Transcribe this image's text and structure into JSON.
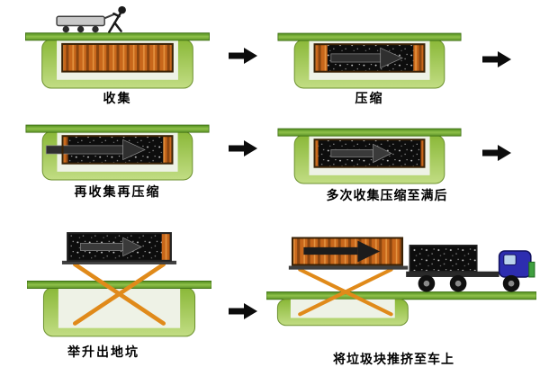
{
  "diagram": {
    "steps": [
      {
        "name": "collect",
        "label": "收集"
      },
      {
        "name": "compress",
        "label": "压缩"
      },
      {
        "name": "recollect-recompress",
        "label": "再收集再压缩"
      },
      {
        "name": "compressed-until-full",
        "label": "多次收集压缩至满后"
      },
      {
        "name": "lift-out-of-pit",
        "label": "举升出地坑"
      },
      {
        "name": "push-onto-truck",
        "label": "将垃圾块推挤至车上"
      }
    ],
    "icons": {
      "step_arrow": "arrow-right-icon",
      "worker": "person-pushing-cart-icon",
      "lift": "scissor-lift-icon",
      "vehicle": "truck-icon"
    },
    "colors": {
      "pit_green": "#a6c95c",
      "ground_green": "#6fa32e",
      "container_orange": "#c8671b",
      "waste_black": "#0d0d0d",
      "lift_orange": "#e08a1a",
      "truck_blue": "#2d2db0",
      "arrow_black": "#0c0c0c"
    }
  }
}
